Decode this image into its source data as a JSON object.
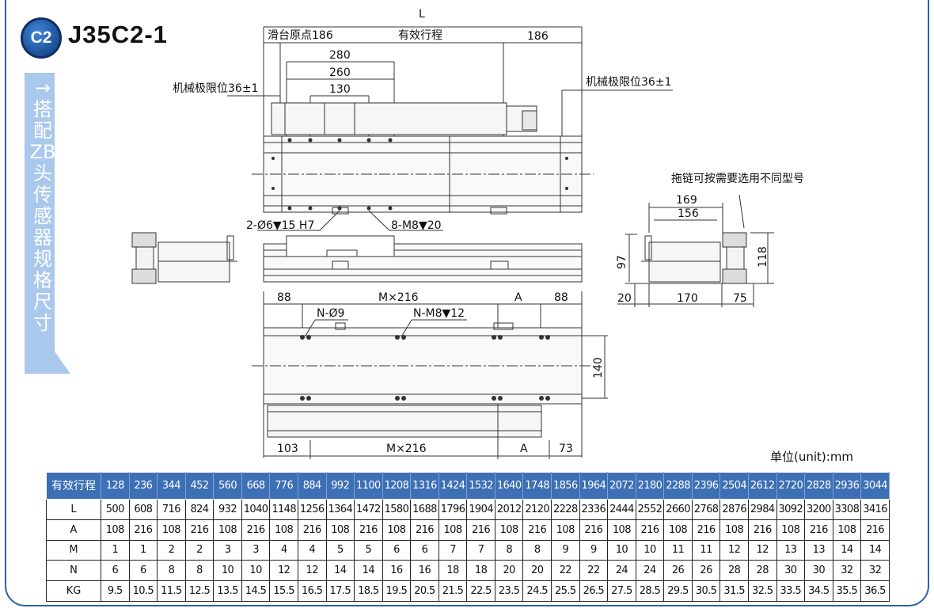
{
  "header": {
    "badge": "C2",
    "model": "J35C2-1",
    "sidebar_text": "→搭配ZB头传感器规格尺寸"
  },
  "drawing": {
    "labels": {
      "L": "L",
      "slide_origin": "滑台原点186",
      "effective_stroke": "有效行程",
      "right_186": "186",
      "d280": "280",
      "d260": "260",
      "d130": "130",
      "mech_limit_left": "机械极限位36±1",
      "mech_limit_right": "机械极限位36±1",
      "hole_pin": "2-Ø6▼15 H7",
      "hole_thread": "8-M8▼20",
      "drag_chain_note": "拖链可按需要选用不同型号",
      "d169": "169",
      "d156": "156",
      "d97": "97",
      "d118": "118",
      "d20": "20",
      "d170": "170",
      "d75": "75",
      "bottom_88_left": "88",
      "bottom_mx216_top": "M×216",
      "bottom_A_top": "A",
      "bottom_88_right": "88",
      "base_holes": "N-Ø9",
      "base_threads": "N-M8▼12",
      "d140": "140",
      "d103": "103",
      "bottom_mx216_bottom": "M×216",
      "bottom_A_bottom": "A",
      "d73": "73"
    }
  },
  "unit_label": "单位(unit):mm",
  "spec_table": {
    "rows": [
      {
        "label": "有效行程",
        "values": [
          "128",
          "236",
          "344",
          "452",
          "560",
          "668",
          "776",
          "884",
          "992",
          "1100",
          "1208",
          "1316",
          "1424",
          "1532",
          "1640",
          "1748",
          "1856",
          "1964",
          "2072",
          "2180",
          "2288",
          "2396",
          "2504",
          "2612",
          "2720",
          "2828",
          "2936",
          "3044"
        ]
      },
      {
        "label": "L",
        "values": [
          "500",
          "608",
          "716",
          "824",
          "932",
          "1040",
          "1148",
          "1256",
          "1364",
          "1472",
          "1580",
          "1688",
          "1796",
          "1904",
          "2012",
          "2120",
          "2228",
          "2336",
          "2444",
          "2552",
          "2660",
          "2768",
          "2876",
          "2984",
          "3092",
          "3200",
          "3308",
          "3416"
        ]
      },
      {
        "label": "A",
        "values": [
          "108",
          "216",
          "108",
          "216",
          "108",
          "216",
          "108",
          "216",
          "108",
          "216",
          "108",
          "216",
          "108",
          "216",
          "108",
          "216",
          "108",
          "216",
          "108",
          "216",
          "108",
          "216",
          "108",
          "216",
          "108",
          "216",
          "108",
          "216"
        ]
      },
      {
        "label": "M",
        "values": [
          "1",
          "1",
          "2",
          "2",
          "3",
          "3",
          "4",
          "4",
          "5",
          "5",
          "6",
          "6",
          "7",
          "7",
          "8",
          "8",
          "9",
          "9",
          "10",
          "10",
          "11",
          "11",
          "12",
          "12",
          "13",
          "13",
          "14",
          "14"
        ]
      },
      {
        "label": "N",
        "values": [
          "6",
          "6",
          "8",
          "8",
          "10",
          "10",
          "12",
          "12",
          "14",
          "14",
          "16",
          "16",
          "18",
          "18",
          "20",
          "20",
          "22",
          "22",
          "24",
          "24",
          "26",
          "26",
          "28",
          "28",
          "30",
          "30",
          "32",
          "32"
        ]
      },
      {
        "label": "KG",
        "values": [
          "9.5",
          "10.5",
          "11.5",
          "12.5",
          "13.5",
          "14.5",
          "15.5",
          "16.5",
          "17.5",
          "18.5",
          "19.5",
          "20.5",
          "21.5",
          "22.5",
          "23.5",
          "24.5",
          "25.5",
          "26.5",
          "27.5",
          "28.5",
          "29.5",
          "30.5",
          "31.5",
          "32.5",
          "33.5",
          "34.5",
          "35.5",
          "36.5"
        ]
      }
    ]
  }
}
